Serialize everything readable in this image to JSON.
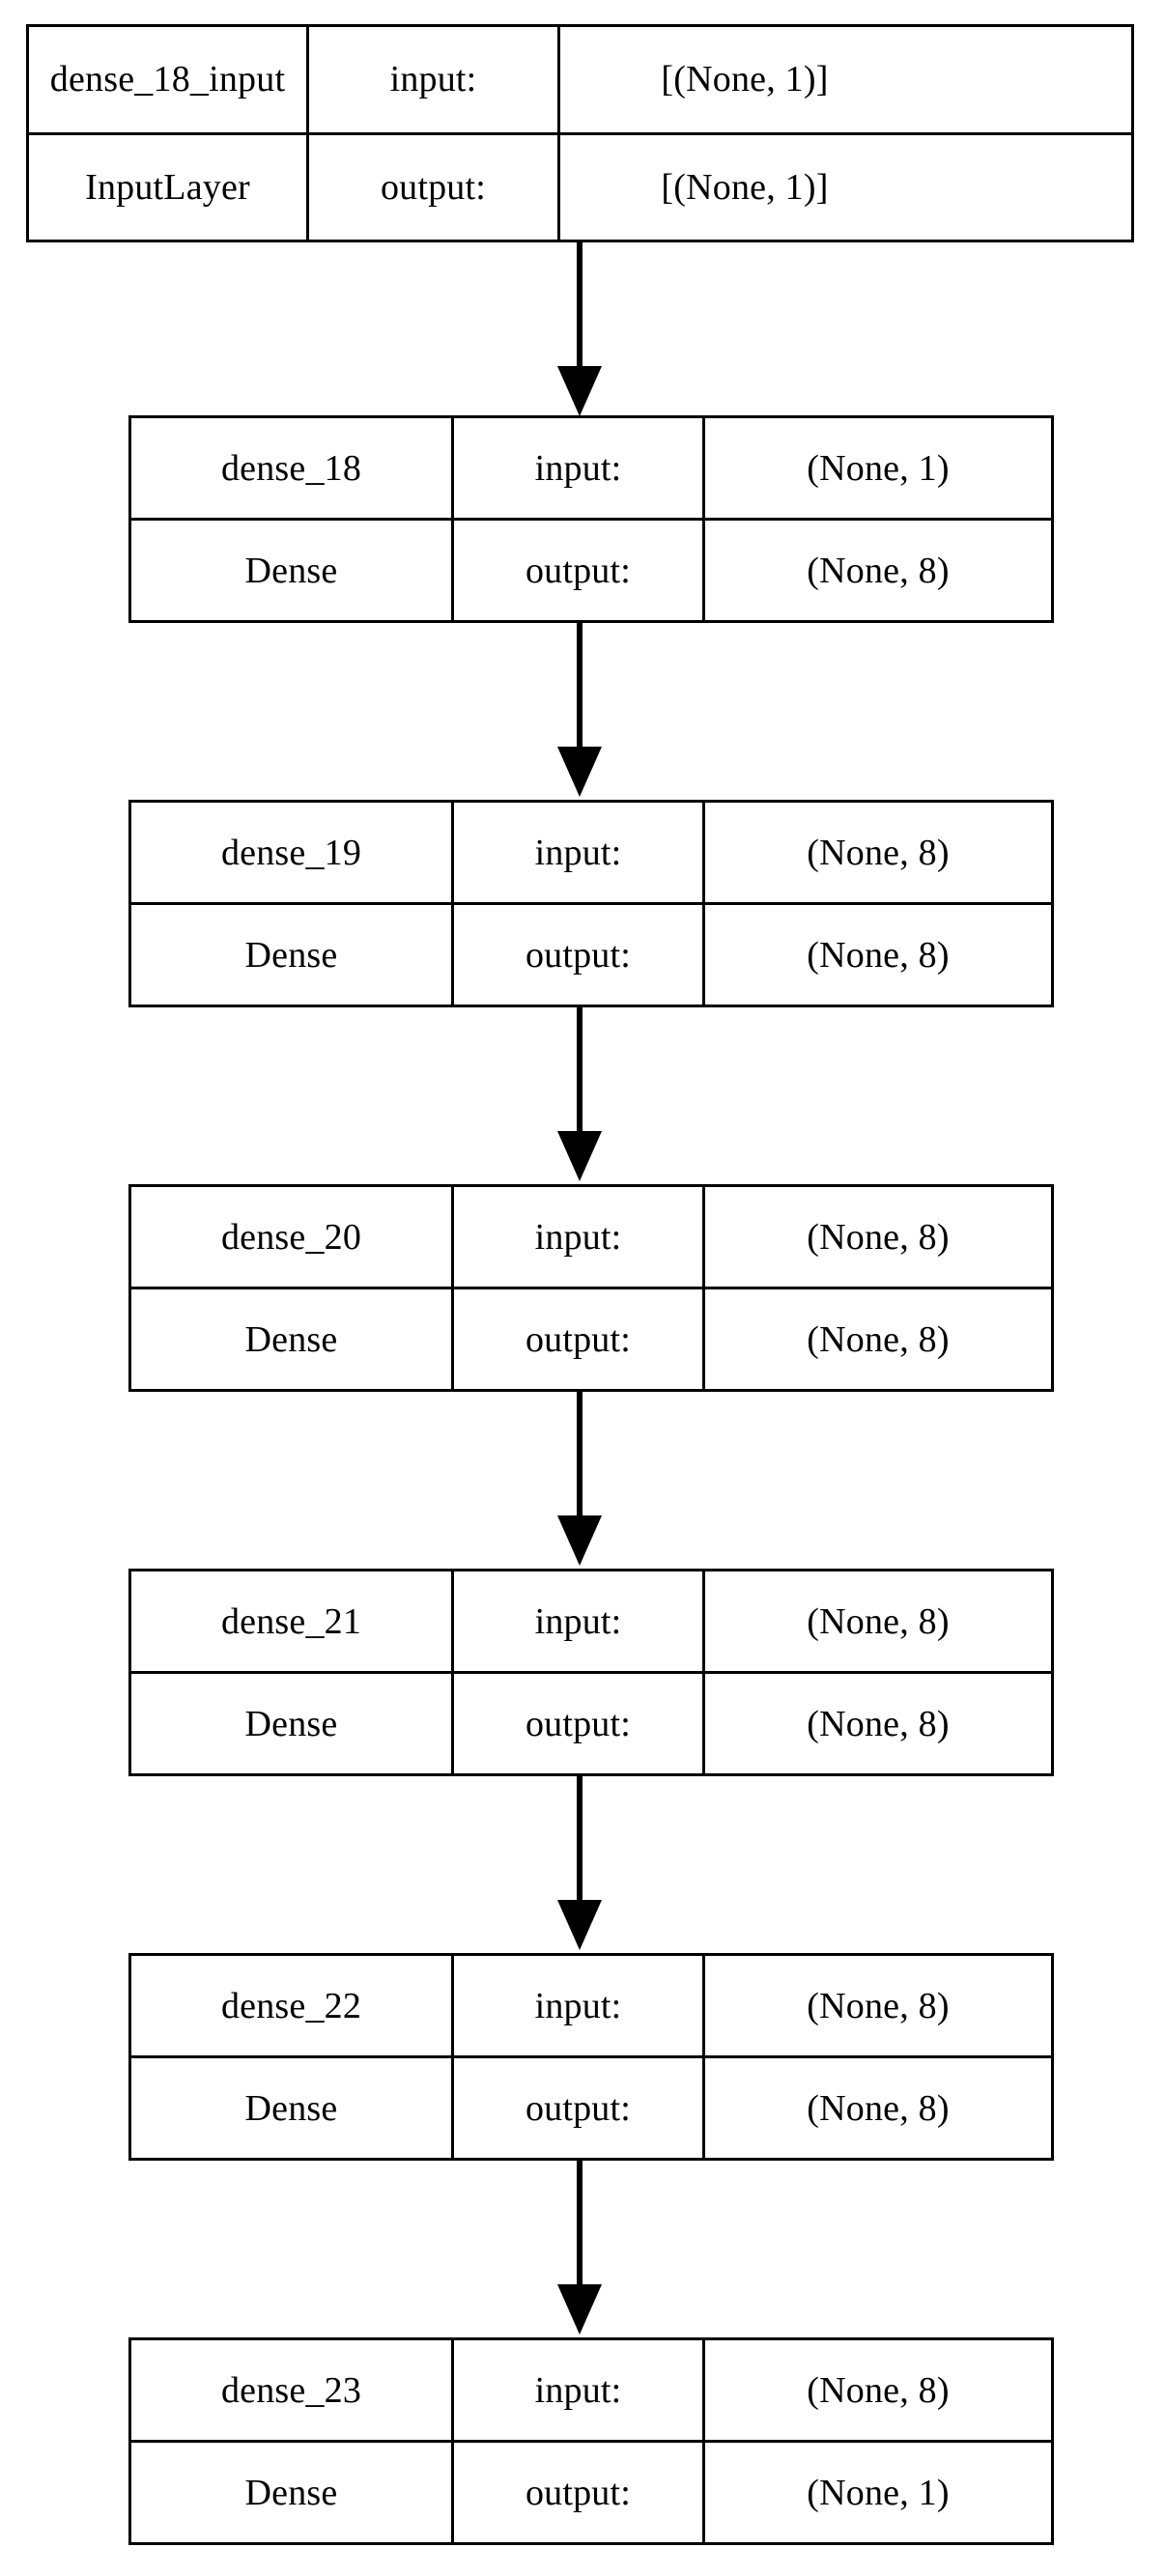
{
  "diagram": {
    "type": "keras-model-plot",
    "title": "",
    "orientation": "top-to-bottom",
    "background_color": "#ffffff",
    "line_color": "#000000",
    "text_color": "#000000",
    "column_headers": {
      "input_label": "input:",
      "output_label": "output:"
    },
    "nodes": [
      {
        "id": "dense_18_input",
        "name": "dense_18_input",
        "layer_type": "InputLayer",
        "input_label": "input:",
        "output_label": "output:",
        "input_shape": "[(None, 1)]",
        "output_shape": "[(None, 1)]"
      },
      {
        "id": "dense_18",
        "name": "dense_18",
        "layer_type": "Dense",
        "input_label": "input:",
        "output_label": "output:",
        "input_shape": "(None, 1)",
        "output_shape": "(None, 8)"
      },
      {
        "id": "dense_19",
        "name": "dense_19",
        "layer_type": "Dense",
        "input_label": "input:",
        "output_label": "output:",
        "input_shape": "(None, 8)",
        "output_shape": "(None, 8)"
      },
      {
        "id": "dense_20",
        "name": "dense_20",
        "layer_type": "Dense",
        "input_label": "input:",
        "output_label": "output:",
        "input_shape": "(None, 8)",
        "output_shape": "(None, 8)"
      },
      {
        "id": "dense_21",
        "name": "dense_21",
        "layer_type": "Dense",
        "input_label": "input:",
        "output_label": "output:",
        "input_shape": "(None, 8)",
        "output_shape": "(None, 8)"
      },
      {
        "id": "dense_22",
        "name": "dense_22",
        "layer_type": "Dense",
        "input_label": "input:",
        "output_label": "output:",
        "input_shape": "(None, 8)",
        "output_shape": "(None, 8)"
      },
      {
        "id": "dense_23",
        "name": "dense_23",
        "layer_type": "Dense",
        "input_label": "input:",
        "output_label": "output:",
        "input_shape": "(None, 8)",
        "output_shape": "(None, 1)"
      }
    ],
    "edges": [
      {
        "from": "dense_18_input",
        "to": "dense_18"
      },
      {
        "from": "dense_18",
        "to": "dense_19"
      },
      {
        "from": "dense_19",
        "to": "dense_20"
      },
      {
        "from": "dense_20",
        "to": "dense_21"
      },
      {
        "from": "dense_21",
        "to": "dense_22"
      },
      {
        "from": "dense_22",
        "to": "dense_23"
      }
    ]
  }
}
